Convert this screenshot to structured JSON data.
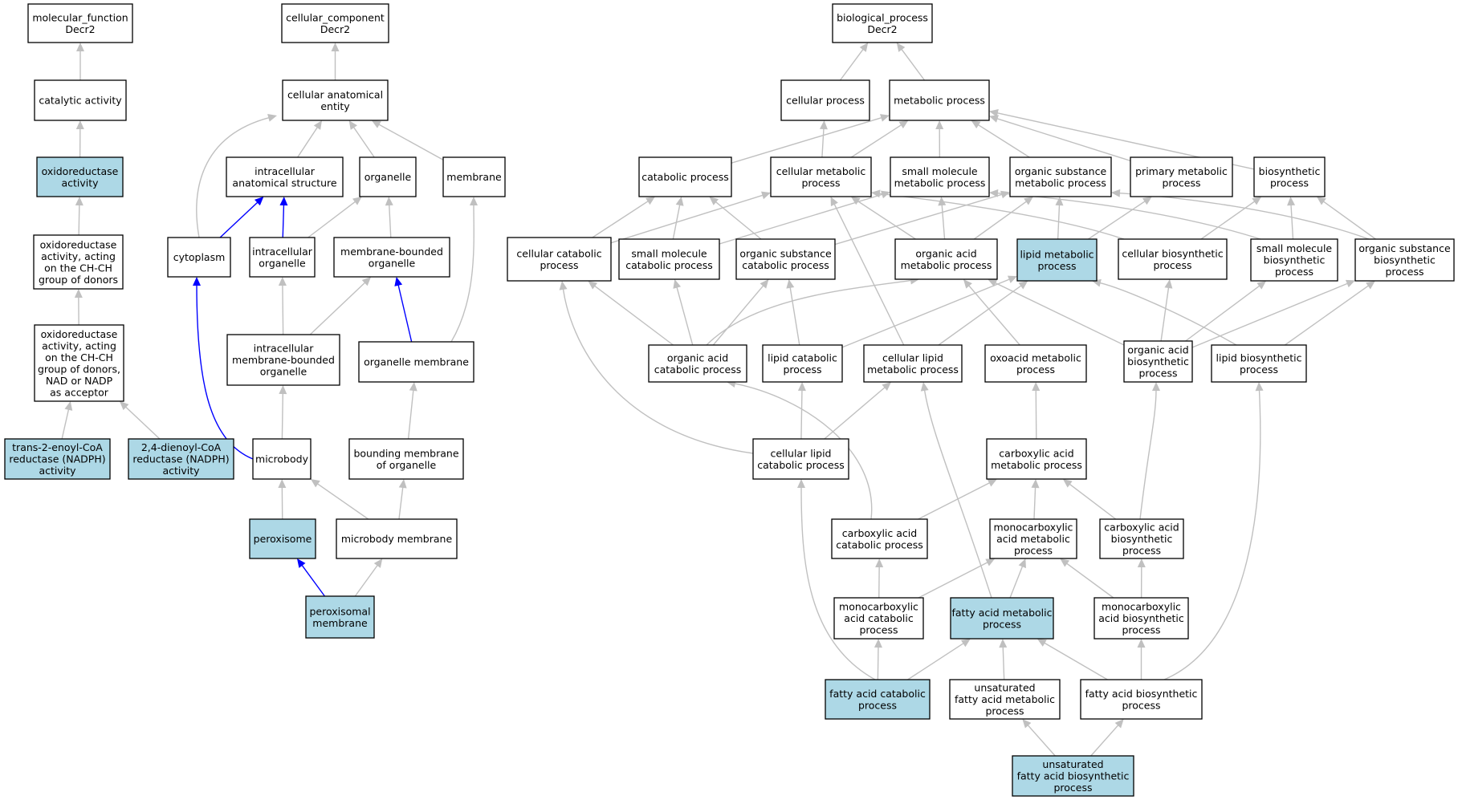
{
  "colors": {
    "node_fill": "#ffffff",
    "highlight_fill": "#add8e6",
    "edge_gray": "#c0c0c0",
    "edge_blue": "#0000ff"
  },
  "nodes": [
    {
      "id": "mf_root",
      "lines": [
        "molecular_function",
        "Decr2"
      ],
      "highlight": false
    },
    {
      "id": "catalytic",
      "lines": [
        "catalytic activity"
      ],
      "highlight": false
    },
    {
      "id": "oxidored",
      "lines": [
        "oxidoreductase",
        "activity"
      ],
      "highlight": true
    },
    {
      "id": "oxi_chch",
      "lines": [
        "oxidoreductase",
        "activity, acting",
        "on the CH-CH",
        "group of donors"
      ],
      "highlight": false
    },
    {
      "id": "oxi_nadp",
      "lines": [
        "oxidoreductase",
        "activity, acting",
        "on the CH-CH",
        "group of donors,",
        "NAD or NADP",
        "as acceptor"
      ],
      "highlight": false
    },
    {
      "id": "trans2",
      "lines": [
        "trans-2-enoyl-CoA",
        "reductase (NADPH)",
        "activity"
      ],
      "highlight": true
    },
    {
      "id": "dienoyl",
      "lines": [
        "2,4-dienoyl-CoA",
        "reductase (NADPH)",
        "activity"
      ],
      "highlight": true
    },
    {
      "id": "cc_root",
      "lines": [
        "cellular_component",
        "Decr2"
      ],
      "highlight": false
    },
    {
      "id": "cae",
      "lines": [
        "cellular anatomical",
        "entity"
      ],
      "highlight": false
    },
    {
      "id": "ias",
      "lines": [
        "intracellular",
        "anatomical structure"
      ],
      "highlight": false
    },
    {
      "id": "organelle",
      "lines": [
        "organelle"
      ],
      "highlight": false
    },
    {
      "id": "membrane",
      "lines": [
        "membrane"
      ],
      "highlight": false
    },
    {
      "id": "cytoplasm",
      "lines": [
        "cytoplasm"
      ],
      "highlight": false
    },
    {
      "id": "intra_org",
      "lines": [
        "intracellular",
        "organelle"
      ],
      "highlight": false
    },
    {
      "id": "mbo",
      "lines": [
        "membrane-bounded",
        "organelle"
      ],
      "highlight": false
    },
    {
      "id": "imbo",
      "lines": [
        "intracellular",
        "membrane-bounded",
        "organelle"
      ],
      "highlight": false
    },
    {
      "id": "org_mem",
      "lines": [
        "organelle membrane"
      ],
      "highlight": false
    },
    {
      "id": "microbody",
      "lines": [
        "microbody"
      ],
      "highlight": false
    },
    {
      "id": "bmo",
      "lines": [
        "bounding membrane",
        "of organelle"
      ],
      "highlight": false
    },
    {
      "id": "peroxisome",
      "lines": [
        "peroxisome"
      ],
      "highlight": true
    },
    {
      "id": "mb_mem",
      "lines": [
        "microbody membrane"
      ],
      "highlight": false
    },
    {
      "id": "perox_mem",
      "lines": [
        "peroxisomal",
        "membrane"
      ],
      "highlight": true
    },
    {
      "id": "bp_root",
      "lines": [
        "biological_process",
        "Decr2"
      ],
      "highlight": false
    },
    {
      "id": "cell_proc",
      "lines": [
        "cellular process"
      ],
      "highlight": false
    },
    {
      "id": "met_proc",
      "lines": [
        "metabolic process"
      ],
      "highlight": false
    },
    {
      "id": "catab",
      "lines": [
        "catabolic process"
      ],
      "highlight": false
    },
    {
      "id": "cell_met",
      "lines": [
        "cellular metabolic",
        "process"
      ],
      "highlight": false
    },
    {
      "id": "small_met",
      "lines": [
        "small molecule",
        "metabolic process"
      ],
      "highlight": false
    },
    {
      "id": "org_sub_met",
      "lines": [
        "organic substance",
        "metabolic process"
      ],
      "highlight": false
    },
    {
      "id": "prim_met",
      "lines": [
        "primary metabolic",
        "process"
      ],
      "highlight": false
    },
    {
      "id": "biosyn",
      "lines": [
        "biosynthetic",
        "process"
      ],
      "highlight": false
    },
    {
      "id": "cell_catab",
      "lines": [
        "cellular catabolic",
        "process"
      ],
      "highlight": false
    },
    {
      "id": "small_catab",
      "lines": [
        "small molecule",
        "catabolic process"
      ],
      "highlight": false
    },
    {
      "id": "org_sub_catab",
      "lines": [
        "organic substance",
        "catabolic process"
      ],
      "highlight": false
    },
    {
      "id": "org_acid_met",
      "lines": [
        "organic acid",
        "metabolic process"
      ],
      "highlight": false
    },
    {
      "id": "lipid_met",
      "lines": [
        "lipid metabolic",
        "process"
      ],
      "highlight": true
    },
    {
      "id": "cell_biosyn",
      "lines": [
        "cellular biosynthetic",
        "process"
      ],
      "highlight": false
    },
    {
      "id": "small_biosyn",
      "lines": [
        "small molecule",
        "biosynthetic",
        "process"
      ],
      "highlight": false
    },
    {
      "id": "org_sub_biosyn",
      "lines": [
        "organic substance",
        "biosynthetic",
        "process"
      ],
      "highlight": false
    },
    {
      "id": "org_acid_catab",
      "lines": [
        "organic acid",
        "catabolic process"
      ],
      "highlight": false
    },
    {
      "id": "lipid_catab",
      "lines": [
        "lipid catabolic",
        "process"
      ],
      "highlight": false
    },
    {
      "id": "cell_lipid_met",
      "lines": [
        "cellular lipid",
        "metabolic process"
      ],
      "highlight": false
    },
    {
      "id": "oxoacid_met",
      "lines": [
        "oxoacid metabolic",
        "process"
      ],
      "highlight": false
    },
    {
      "id": "org_acid_biosyn",
      "lines": [
        "organic acid",
        "biosynthetic",
        "process"
      ],
      "highlight": false
    },
    {
      "id": "lipid_biosyn",
      "lines": [
        "lipid biosynthetic",
        "process"
      ],
      "highlight": false
    },
    {
      "id": "cell_lipid_catab",
      "lines": [
        "cellular lipid",
        "catabolic process"
      ],
      "highlight": false
    },
    {
      "id": "carbox_met",
      "lines": [
        "carboxylic acid",
        "metabolic process"
      ],
      "highlight": false
    },
    {
      "id": "carbox_catab",
      "lines": [
        "carboxylic acid",
        "catabolic process"
      ],
      "highlight": false
    },
    {
      "id": "monocarb_met",
      "lines": [
        "monocarboxylic",
        "acid metabolic",
        "process"
      ],
      "highlight": false
    },
    {
      "id": "carbox_biosyn",
      "lines": [
        "carboxylic acid",
        "biosynthetic",
        "process"
      ],
      "highlight": false
    },
    {
      "id": "monocarb_catab",
      "lines": [
        "monocarboxylic",
        "acid catabolic",
        "process"
      ],
      "highlight": false
    },
    {
      "id": "fa_met",
      "lines": [
        "fatty acid metabolic",
        "process"
      ],
      "highlight": true
    },
    {
      "id": "monocarb_biosyn",
      "lines": [
        "monocarboxylic",
        "acid biosynthetic",
        "process"
      ],
      "highlight": false
    },
    {
      "id": "fa_catab",
      "lines": [
        "fatty acid catabolic",
        "process"
      ],
      "highlight": true
    },
    {
      "id": "unsat_fa_met",
      "lines": [
        "unsaturated",
        "fatty acid metabolic",
        "process"
      ],
      "highlight": false
    },
    {
      "id": "fa_biosyn",
      "lines": [
        "fatty acid biosynthetic",
        "process"
      ],
      "highlight": false
    },
    {
      "id": "unsat_fa_biosyn",
      "lines": [
        "unsaturated",
        "fatty acid biosynthetic",
        "process"
      ],
      "highlight": true
    }
  ],
  "edges": [
    {
      "from": "catalytic",
      "to": "mf_root",
      "color": "gray"
    },
    {
      "from": "oxidored",
      "to": "catalytic",
      "color": "gray"
    },
    {
      "from": "oxi_chch",
      "to": "oxidored",
      "color": "gray"
    },
    {
      "from": "oxi_nadp",
      "to": "oxi_chch",
      "color": "gray"
    },
    {
      "from": "trans2",
      "to": "oxi_nadp",
      "color": "gray"
    },
    {
      "from": "dienoyl",
      "to": "oxi_nadp",
      "color": "gray"
    },
    {
      "from": "cae",
      "to": "cc_root",
      "color": "gray"
    },
    {
      "from": "ias",
      "to": "cae",
      "color": "gray"
    },
    {
      "from": "organelle",
      "to": "cae",
      "color": "gray"
    },
    {
      "from": "membrane",
      "to": "cae",
      "color": "gray"
    },
    {
      "from": "cytoplasm",
      "to": "cae",
      "color": "gray"
    },
    {
      "from": "cytoplasm",
      "to": "ias",
      "color": "blue"
    },
    {
      "from": "intra_org",
      "to": "ias",
      "color": "blue"
    },
    {
      "from": "intra_org",
      "to": "organelle",
      "color": "gray"
    },
    {
      "from": "mbo",
      "to": "organelle",
      "color": "gray"
    },
    {
      "from": "imbo",
      "to": "intra_org",
      "color": "gray"
    },
    {
      "from": "imbo",
      "to": "mbo",
      "color": "gray"
    },
    {
      "from": "org_mem",
      "to": "mbo",
      "color": "blue"
    },
    {
      "from": "org_mem",
      "to": "membrane",
      "color": "gray"
    },
    {
      "from": "microbody",
      "to": "cytoplasm",
      "color": "blue"
    },
    {
      "from": "microbody",
      "to": "imbo",
      "color": "gray"
    },
    {
      "from": "bmo",
      "to": "org_mem",
      "color": "gray"
    },
    {
      "from": "peroxisome",
      "to": "microbody",
      "color": "gray"
    },
    {
      "from": "mb_mem",
      "to": "microbody",
      "color": "gray"
    },
    {
      "from": "mb_mem",
      "to": "bmo",
      "color": "gray"
    },
    {
      "from": "perox_mem",
      "to": "peroxisome",
      "color": "blue"
    },
    {
      "from": "perox_mem",
      "to": "mb_mem",
      "color": "gray"
    },
    {
      "from": "cell_proc",
      "to": "bp_root",
      "color": "gray"
    },
    {
      "from": "met_proc",
      "to": "bp_root",
      "color": "gray"
    },
    {
      "from": "catab",
      "to": "met_proc",
      "color": "gray"
    },
    {
      "from": "cell_met",
      "to": "met_proc",
      "color": "gray"
    },
    {
      "from": "cell_met",
      "to": "cell_proc",
      "color": "gray"
    },
    {
      "from": "small_met",
      "to": "met_proc",
      "color": "gray"
    },
    {
      "from": "org_sub_met",
      "to": "met_proc",
      "color": "gray"
    },
    {
      "from": "prim_met",
      "to": "met_proc",
      "color": "gray"
    },
    {
      "from": "biosyn",
      "to": "met_proc",
      "color": "gray"
    },
    {
      "from": "cell_catab",
      "to": "catab",
      "color": "gray"
    },
    {
      "from": "cell_catab",
      "to": "cell_met",
      "color": "gray"
    },
    {
      "from": "small_catab",
      "to": "catab",
      "color": "gray"
    },
    {
      "from": "small_catab",
      "to": "small_met",
      "color": "gray"
    },
    {
      "from": "org_sub_catab",
      "to": "catab",
      "color": "gray"
    },
    {
      "from": "org_sub_catab",
      "to": "org_sub_met",
      "color": "gray"
    },
    {
      "from": "org_acid_met",
      "to": "small_met",
      "color": "gray"
    },
    {
      "from": "org_acid_met",
      "to": "org_sub_met",
      "color": "gray"
    },
    {
      "from": "org_acid_met",
      "to": "cell_met",
      "color": "gray"
    },
    {
      "from": "lipid_met",
      "to": "org_sub_met",
      "color": "gray"
    },
    {
      "from": "lipid_met",
      "to": "prim_met",
      "color": "gray"
    },
    {
      "from": "cell_biosyn",
      "to": "biosyn",
      "color": "gray"
    },
    {
      "from": "cell_biosyn",
      "to": "cell_met",
      "color": "gray"
    },
    {
      "from": "small_biosyn",
      "to": "biosyn",
      "color": "gray"
    },
    {
      "from": "small_biosyn",
      "to": "small_met",
      "color": "gray"
    },
    {
      "from": "org_sub_biosyn",
      "to": "biosyn",
      "color": "gray"
    },
    {
      "from": "org_sub_biosyn",
      "to": "org_sub_met",
      "color": "gray"
    },
    {
      "from": "org_acid_catab",
      "to": "cell_catab",
      "color": "gray"
    },
    {
      "from": "org_acid_catab",
      "to": "small_catab",
      "color": "gray"
    },
    {
      "from": "org_acid_catab",
      "to": "org_sub_catab",
      "color": "gray"
    },
    {
      "from": "org_acid_catab",
      "to": "org_acid_met",
      "color": "gray"
    },
    {
      "from": "lipid_catab",
      "to": "org_sub_catab",
      "color": "gray"
    },
    {
      "from": "lipid_catab",
      "to": "lipid_met",
      "color": "gray"
    },
    {
      "from": "cell_lipid_met",
      "to": "cell_met",
      "color": "gray"
    },
    {
      "from": "cell_lipid_met",
      "to": "lipid_met",
      "color": "gray"
    },
    {
      "from": "oxoacid_met",
      "to": "org_acid_met",
      "color": "gray"
    },
    {
      "from": "org_acid_biosyn",
      "to": "org_acid_met",
      "color": "gray"
    },
    {
      "from": "org_acid_biosyn",
      "to": "cell_biosyn",
      "color": "gray"
    },
    {
      "from": "org_acid_biosyn",
      "to": "small_biosyn",
      "color": "gray"
    },
    {
      "from": "org_acid_biosyn",
      "to": "org_sub_biosyn",
      "color": "gray"
    },
    {
      "from": "lipid_biosyn",
      "to": "lipid_met",
      "color": "gray"
    },
    {
      "from": "lipid_biosyn",
      "to": "org_sub_biosyn",
      "color": "gray"
    },
    {
      "from": "cell_lipid_catab",
      "to": "cell_catab",
      "color": "gray"
    },
    {
      "from": "cell_lipid_catab",
      "to": "lipid_catab",
      "color": "gray"
    },
    {
      "from": "cell_lipid_catab",
      "to": "cell_lipid_met",
      "color": "gray"
    },
    {
      "from": "carbox_met",
      "to": "oxoacid_met",
      "color": "gray"
    },
    {
      "from": "carbox_catab",
      "to": "carbox_met",
      "color": "gray"
    },
    {
      "from": "carbox_catab",
      "to": "org_acid_catab",
      "color": "gray"
    },
    {
      "from": "monocarb_met",
      "to": "carbox_met",
      "color": "gray"
    },
    {
      "from": "carbox_biosyn",
      "to": "carbox_met",
      "color": "gray"
    },
    {
      "from": "carbox_biosyn",
      "to": "org_acid_biosyn",
      "color": "gray"
    },
    {
      "from": "monocarb_catab",
      "to": "carbox_catab",
      "color": "gray"
    },
    {
      "from": "monocarb_catab",
      "to": "monocarb_met",
      "color": "gray"
    },
    {
      "from": "fa_met",
      "to": "monocarb_met",
      "color": "gray"
    },
    {
      "from": "fa_met",
      "to": "cell_lipid_met",
      "color": "gray"
    },
    {
      "from": "monocarb_biosyn",
      "to": "carbox_biosyn",
      "color": "gray"
    },
    {
      "from": "monocarb_biosyn",
      "to": "monocarb_met",
      "color": "gray"
    },
    {
      "from": "fa_catab",
      "to": "monocarb_catab",
      "color": "gray"
    },
    {
      "from": "fa_catab",
      "to": "fa_met",
      "color": "gray"
    },
    {
      "from": "fa_catab",
      "to": "cell_lipid_catab",
      "color": "gray"
    },
    {
      "from": "unsat_fa_met",
      "to": "fa_met",
      "color": "gray"
    },
    {
      "from": "fa_biosyn",
      "to": "fa_met",
      "color": "gray"
    },
    {
      "from": "fa_biosyn",
      "to": "monocarb_biosyn",
      "color": "gray"
    },
    {
      "from": "fa_biosyn",
      "to": "lipid_biosyn",
      "color": "gray"
    },
    {
      "from": "unsat_fa_biosyn",
      "to": "unsat_fa_met",
      "color": "gray"
    },
    {
      "from": "unsat_fa_biosyn",
      "to": "fa_biosyn",
      "color": "gray"
    }
  ]
}
